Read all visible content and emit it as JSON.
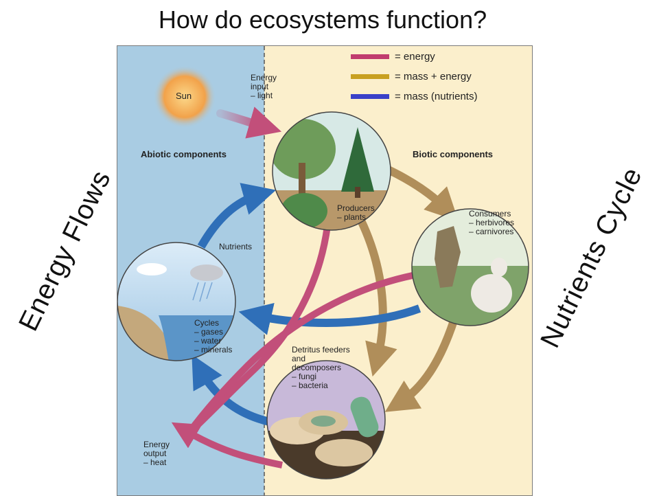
{
  "title": "How do ecosystems function?",
  "side_labels": {
    "left": "Energy Flows",
    "right": "Nutrients Cycle"
  },
  "legend": [
    {
      "label": "= energy",
      "color": "#c03c6e"
    },
    {
      "label": "= mass + energy",
      "color": "#c8a020"
    },
    {
      "label": "= mass (nutrients)",
      "color": "#3a40c8"
    }
  ],
  "sections": {
    "abiotic": "Abiotic components",
    "biotic": "Biotic components"
  },
  "nodes": {
    "sun": "Sun",
    "energy_input": "Energy\ninput\n– light",
    "producers": "Producers\n– plants",
    "consumers": "Consumers\n– herbivores\n– carnivores",
    "nutrients": "Nutrients",
    "cycles": "Cycles\n– gases\n– water\n– minerals",
    "decomposers": "Detritus feeders\nand\ndecomposers\n– fungi\n– bacteria",
    "energy_output": "Energy\noutput\n– heat"
  },
  "colors": {
    "abiotic_bg": "#a9cce3",
    "biotic_bg": "#fbefcc",
    "energy_arrow": "#c24f7a",
    "mass_energy_arrow": "#b08e5a",
    "nutrient_arrow": "#2f6fb8"
  }
}
